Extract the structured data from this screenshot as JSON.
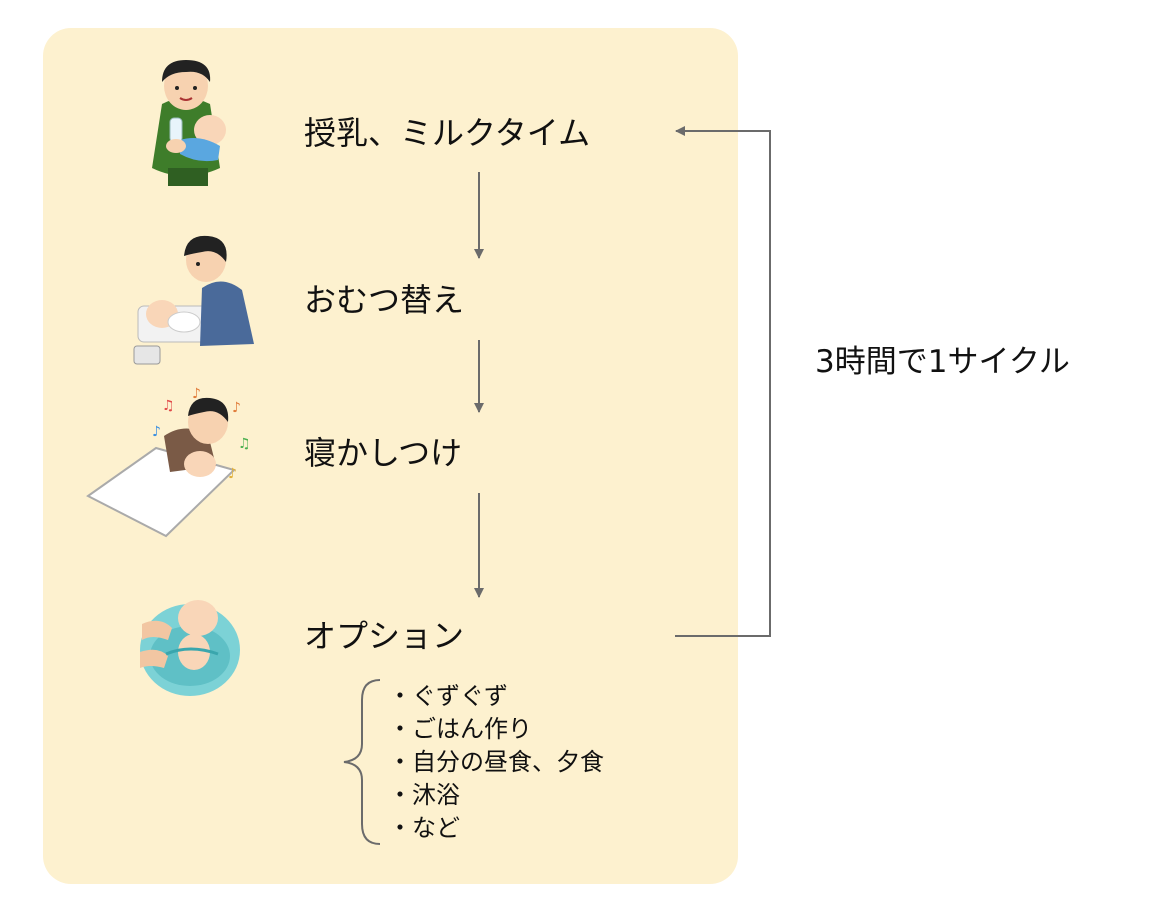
{
  "steps": [
    {
      "label": "授乳、ミルクタイム",
      "icon": "father-bottle-feeding-baby-icon"
    },
    {
      "label": "おむつ替え",
      "icon": "father-changing-diaper-icon"
    },
    {
      "label": "寝かしつけ",
      "icon": "father-lullaby-baby-icon"
    },
    {
      "label": "オプション",
      "icon": "baby-bath-icon"
    }
  ],
  "options": [
    "・ぐずぐず",
    "・ごはん作り",
    "・自分の昼食、夕食",
    "・沐浴",
    "・など"
  ],
  "cycle_label": "3時間で1サイクル",
  "colors": {
    "panel": "#fdf1cf",
    "arrow": "#6b6b6b",
    "text": "#111111"
  }
}
